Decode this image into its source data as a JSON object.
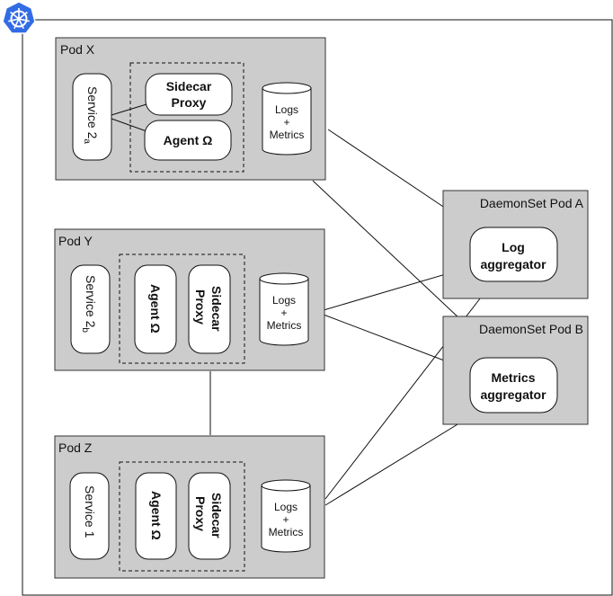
{
  "pods": {
    "x": {
      "title": "Pod X",
      "service": "Service 2",
      "service_sub": "a",
      "sidecar_line1": "Sidecar",
      "sidecar_line2": "Proxy",
      "agent": "Agent Ω",
      "store_line1": "Logs",
      "store_line2": "+",
      "store_line3": "Metrics"
    },
    "y": {
      "title": "Pod Y",
      "service": "Service 2",
      "service_sub": "b",
      "agent": "Agent Ω",
      "sidecar_line1": "Sidecar",
      "sidecar_line2": "Proxy",
      "store_line1": "Logs",
      "store_line2": "+",
      "store_line3": "Metrics"
    },
    "z": {
      "title": "Pod Z",
      "service": "Service 1",
      "agent": "Agent Ω",
      "sidecar_line1": "Sidecar",
      "sidecar_line2": "Proxy",
      "store_line1": "Logs",
      "store_line2": "+",
      "store_line3": "Metrics"
    }
  },
  "daemonsets": {
    "a": {
      "title": "DaemonSet Pod A",
      "node_line1": "Log",
      "node_line2": "aggregator"
    },
    "b": {
      "title": "DaemonSet Pod B",
      "node_line1": "Metrics",
      "node_line2": "aggregator"
    }
  },
  "colors": {
    "pod_fill": "#cccccc",
    "logo": "#326ce5",
    "stroke": "#111111"
  },
  "icons": {
    "logo": "kubernetes-wheel-icon"
  }
}
